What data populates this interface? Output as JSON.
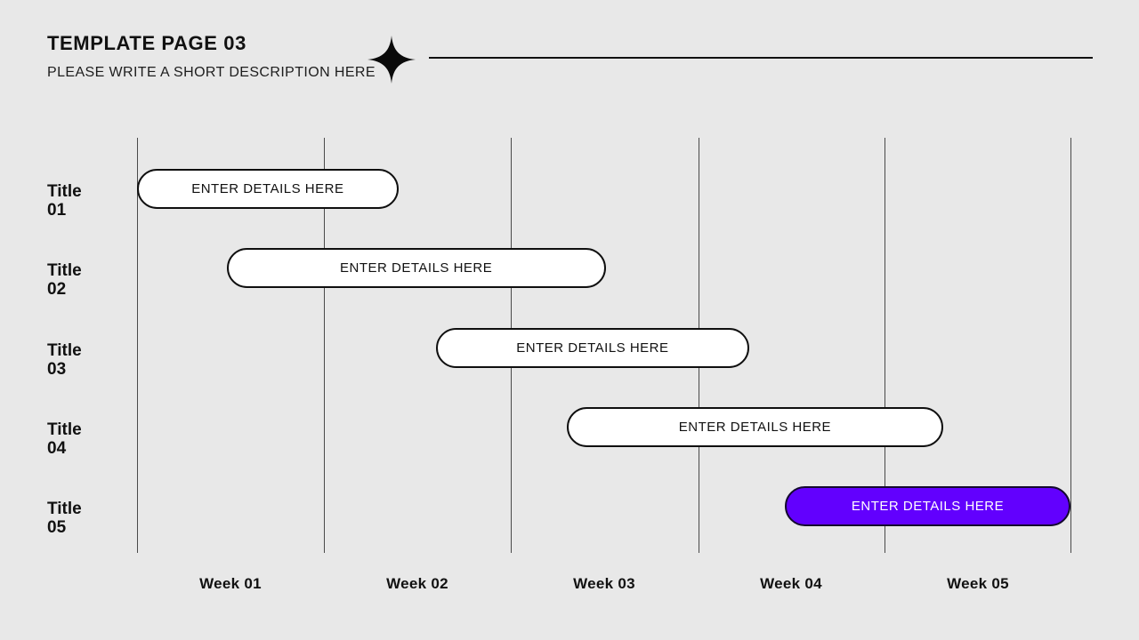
{
  "header": {
    "title": "TEMPLATE PAGE 03",
    "subtitle": "PLEASE WRITE A SHORT DESCRIPTION HERE"
  },
  "icons": {
    "sparkle": "four-point-star"
  },
  "colors": {
    "background": "#e8e8e8",
    "text": "#111111",
    "gridline": "#4a4a4a",
    "bar_fill": "#ffffff",
    "bar_border": "#0f0f0f",
    "accent_fill": "#6200fe",
    "accent_text": "#ffffff"
  },
  "chart_data": {
    "type": "gantt",
    "title": "",
    "x_axis": {
      "unit": "weeks",
      "range": [
        0,
        5
      ],
      "gridlines": "vertical at each week boundary"
    },
    "weeks": [
      "Week 01",
      "Week 02",
      "Week 03",
      "Week 04",
      "Week 05"
    ],
    "rows": [
      {
        "label": "Title 01",
        "bar_label": "ENTER DETAILS HERE",
        "start_week": 0.0,
        "end_week": 1.4,
        "highlight": false
      },
      {
        "label": "Title 02",
        "bar_label": "ENTER DETAILS HERE",
        "start_week": 0.48,
        "end_week": 2.51,
        "highlight": false
      },
      {
        "label": "Title 03",
        "bar_label": "ENTER DETAILS HERE",
        "start_week": 1.6,
        "end_week": 3.28,
        "highlight": false
      },
      {
        "label": "Title 04",
        "bar_label": "ENTER DETAILS HERE",
        "start_week": 2.3,
        "end_week": 4.32,
        "highlight": false
      },
      {
        "label": "Title 05",
        "bar_label": "ENTER DETAILS HERE",
        "start_week": 3.47,
        "end_week": 5.0,
        "highlight": true
      }
    ]
  }
}
